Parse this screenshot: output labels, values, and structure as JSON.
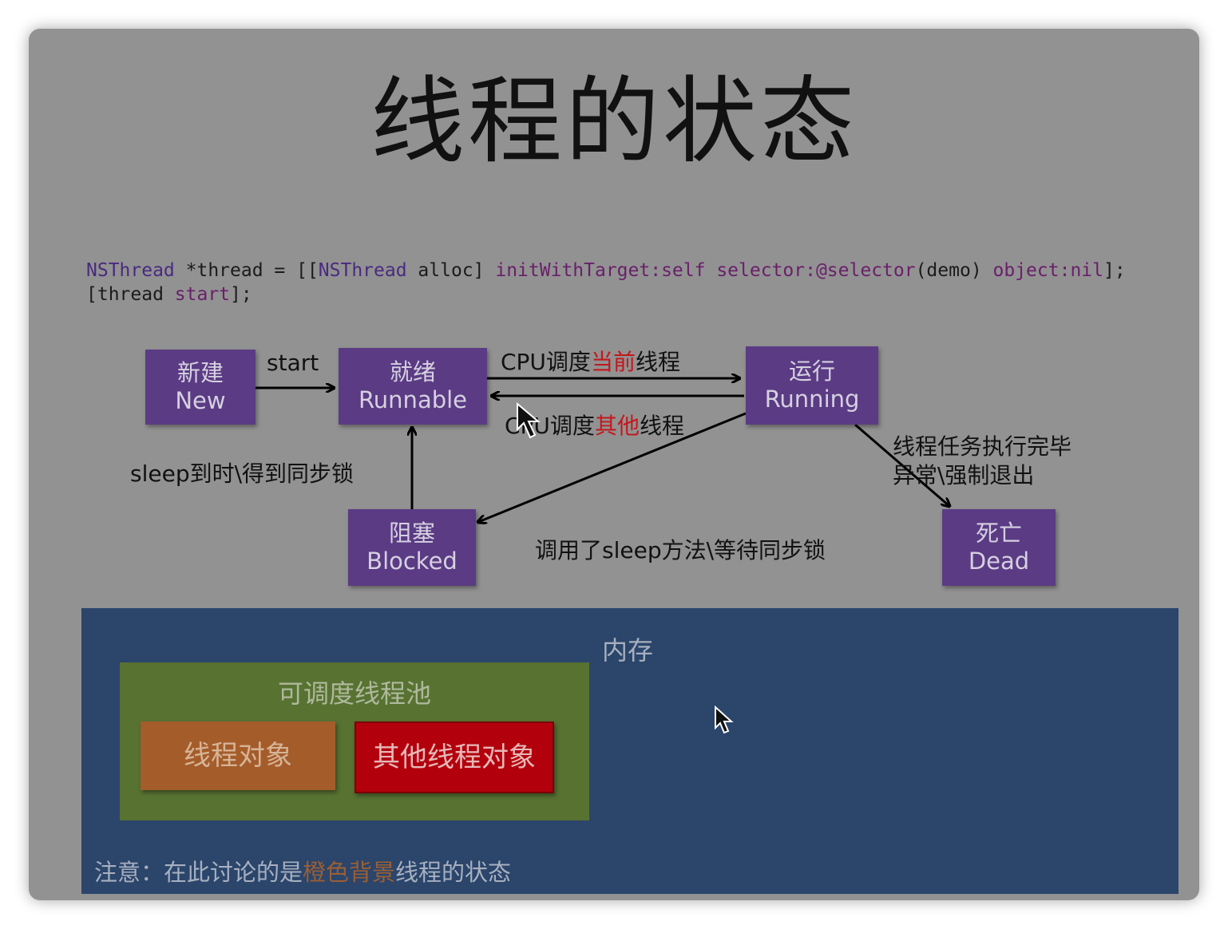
{
  "title": "线程的状态",
  "code": {
    "line1": [
      {
        "t": "NSThread",
        "c": "cls"
      },
      {
        "t": " *thread = [["
      },
      {
        "t": "NSThread",
        "c": "cls"
      },
      {
        "t": " alloc] "
      },
      {
        "t": "initWithTarget:",
        "c": "kw"
      },
      {
        "t": "self",
        "c": "kw"
      },
      {
        "t": " "
      },
      {
        "t": "selector:",
        "c": "kw"
      },
      {
        "t": "@selector",
        "c": "kw"
      },
      {
        "t": "(demo) "
      },
      {
        "t": "object:",
        "c": "kw"
      },
      {
        "t": "nil",
        "c": "kw"
      },
      {
        "t": "];"
      }
    ],
    "line2": [
      {
        "t": "[thread "
      },
      {
        "t": "start",
        "c": "kw"
      },
      {
        "t": "];"
      }
    ]
  },
  "states": {
    "new": {
      "zh": "新建",
      "en": "New"
    },
    "runnable": {
      "zh": "就绪",
      "en": "Runnable"
    },
    "running": {
      "zh": "运行",
      "en": "Running"
    },
    "blocked": {
      "zh": "阻塞",
      "en": "Blocked"
    },
    "dead": {
      "zh": "死亡",
      "en": "Dead"
    }
  },
  "transitions": {
    "start": "start",
    "sched_current": [
      "CPU调度",
      "当前",
      "线程"
    ],
    "sched_other": [
      "CPU调度",
      "其他",
      "线程"
    ],
    "unblock": "sleep到时\\得到同步锁",
    "block": "调用了sleep方法\\等待同步锁",
    "finish_line1": "线程任务执行完毕",
    "finish_line2": "异常\\强制退出"
  },
  "memory": {
    "title": "内存",
    "pool_title": "可调度线程池",
    "thread_object": "线程对象",
    "other_thread_object": "其他线程对象"
  },
  "note": [
    "注意：在此讨论的是",
    "橙色背景",
    "线程的状态"
  ],
  "colors": {
    "state_fill": "#5a3b84",
    "memory_fill": "#2b456b",
    "pool_fill": "#587232",
    "orange_box": "#a55c2b",
    "red_box": "#b3000d",
    "highlight_red": "#c4171c"
  }
}
